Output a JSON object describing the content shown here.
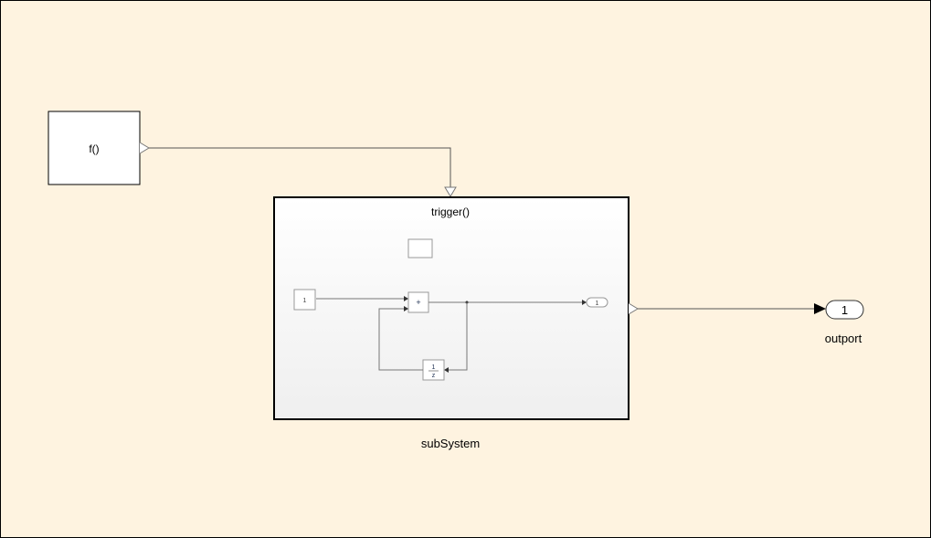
{
  "colors": {
    "background": "#FEF3E0",
    "block_fill": "#FFFFFF",
    "line": "#555555"
  },
  "function_block": {
    "label": "f()"
  },
  "subsystem": {
    "name": "subSystem",
    "trigger_label": "trigger()",
    "inner": {
      "constant_label": "1",
      "sum_label": "+",
      "delay_numerator": "1",
      "delay_denominator": "z",
      "outport_label": "1"
    }
  },
  "outport": {
    "number": "1",
    "name": "outport"
  }
}
